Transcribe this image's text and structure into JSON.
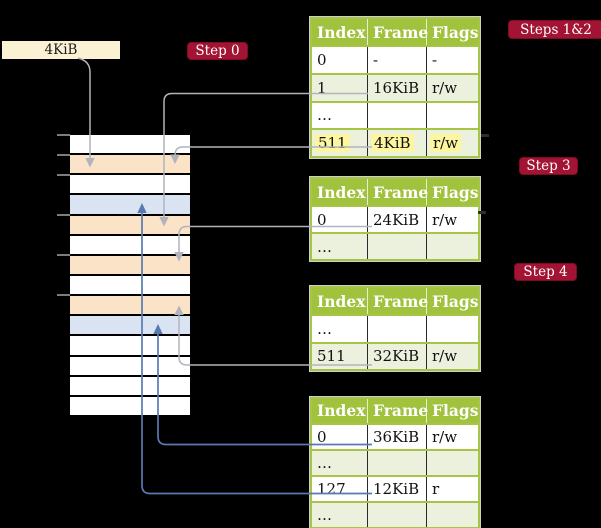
{
  "colors": {
    "background": "#000000",
    "table_header_green": "#a0c23c",
    "table_border_green": "#a6c446",
    "table_row_tint": "#ecf1de",
    "highlight_yellow": "#fdf6a0",
    "stack_orange": "#fbe3c7",
    "stack_blue": "#d9e3f1",
    "label_cream": "#fbf2d4",
    "badge_red": "#a31333",
    "badge_border": "#7e0b24",
    "arrow_gray": "#b1b4bc",
    "arrow_blue": "#587ab1"
  },
  "page_size_label": {
    "text": "4KiB"
  },
  "badges": {
    "step0": {
      "label": "Step 0"
    },
    "steps12": {
      "label": "Steps 1&2"
    },
    "step3": {
      "label": "Step 3"
    },
    "step4": {
      "label": "Step 4"
    }
  },
  "tables": [
    {
      "name": "page-table-level-4",
      "headers": [
        "Index",
        "Frame",
        "Flags"
      ],
      "rows": [
        {
          "cells": [
            "0",
            "-",
            "-"
          ],
          "tint": false,
          "highlight": false
        },
        {
          "cells": [
            "1",
            "16KiB",
            "r/w"
          ],
          "tint": true,
          "highlight": false
        },
        {
          "cells": [
            "…",
            "",
            ""
          ],
          "tint": false,
          "highlight": false
        },
        {
          "cells": [
            "511",
            "4KiB",
            "r/w"
          ],
          "tint": true,
          "highlight": true
        }
      ]
    },
    {
      "name": "page-table-level-3",
      "headers": [
        "Index",
        "Frame",
        "Flags"
      ],
      "rows": [
        {
          "cells": [
            "0",
            "24KiB",
            "r/w"
          ],
          "tint": false,
          "highlight": false
        },
        {
          "cells": [
            "…",
            "",
            ""
          ],
          "tint": true,
          "highlight": false
        }
      ]
    },
    {
      "name": "page-table-level-2",
      "headers": [
        "Index",
        "Frame",
        "Flags"
      ],
      "rows": [
        {
          "cells": [
            "…",
            "",
            ""
          ],
          "tint": false,
          "highlight": false
        },
        {
          "cells": [
            "511",
            "32KiB",
            "r/w"
          ],
          "tint": true,
          "highlight": false
        }
      ]
    },
    {
      "name": "page-table-level-1",
      "headers": [
        "Index",
        "Frame",
        "Flags"
      ],
      "rows": [
        {
          "cells": [
            "0",
            "36KiB",
            "r/w"
          ],
          "tint": false,
          "highlight": false
        },
        {
          "cells": [
            "…",
            "",
            ""
          ],
          "tint": true,
          "highlight": false
        },
        {
          "cells": [
            "127",
            "12KiB",
            "r"
          ],
          "tint": false,
          "highlight": false
        },
        {
          "cells": [
            "…",
            "",
            ""
          ],
          "tint": true,
          "highlight": false
        }
      ]
    }
  ],
  "memory_stack": {
    "rows": [
      "white",
      "orange",
      "white",
      "blue",
      "orange",
      "white",
      "orange",
      "white",
      "orange",
      "blue",
      "white",
      "white",
      "white",
      "white"
    ]
  }
}
